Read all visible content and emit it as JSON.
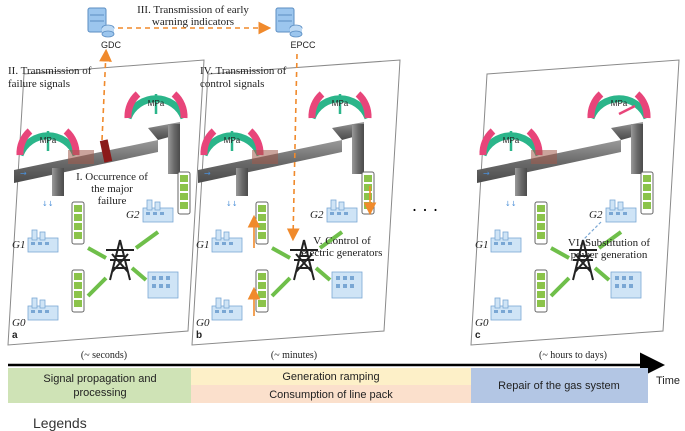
{
  "servers": {
    "left": "GDC",
    "right": "EPCC",
    "link_label_line1": "III. Transmission of early",
    "link_label_line2": "warning indicators"
  },
  "panels": [
    {
      "id": "a",
      "letter": "a",
      "time_label": "(~ seconds)",
      "top_label": [
        "II. Transmission of",
        "failure signals"
      ],
      "event_label": [
        "I. Occurrence of",
        "the major",
        "failure"
      ],
      "generators": [
        "G0",
        "G1",
        "G2"
      ],
      "gauge_unit": "MPa"
    },
    {
      "id": "b",
      "letter": "b",
      "time_label": "(~ minutes)",
      "top_label": [
        "IV. Transmission of",
        "control signals"
      ],
      "event_label": [
        "V. Control of",
        "electric generators"
      ],
      "generators": [
        "G0",
        "G1",
        "G2"
      ],
      "gauge_unit": "MPa"
    },
    {
      "id": "c",
      "letter": "c",
      "time_label": "(~ hours to days)",
      "event_label": [
        "VI. Substitution of",
        "power generation"
      ],
      "generators": [
        "G0",
        "G1",
        "G2"
      ],
      "gauge_unit": "MPa"
    }
  ],
  "ellipsis": "·  ·  ·",
  "timeline": {
    "axis_label": "Time",
    "phase1": [
      "Signal propagation and",
      "processing"
    ],
    "phase2_top": "Generation ramping",
    "phase2_bottom": "Consumption of line pack",
    "phase3": "Repair of the gas system"
  },
  "legend_heading": "Legends",
  "colors": {
    "phase1": "#cfe3b6",
    "phase2_top": "#fdf0c8",
    "phase2_bottom": "#fbe0cc",
    "phase3": "#b3c6e4",
    "control_arrow": "#f08a2c",
    "flow_arrow": "#6fbf4a",
    "gauge_red": "#e8457a",
    "gauge_green": "#2bb58a",
    "pipe": "#7a7a7a"
  }
}
